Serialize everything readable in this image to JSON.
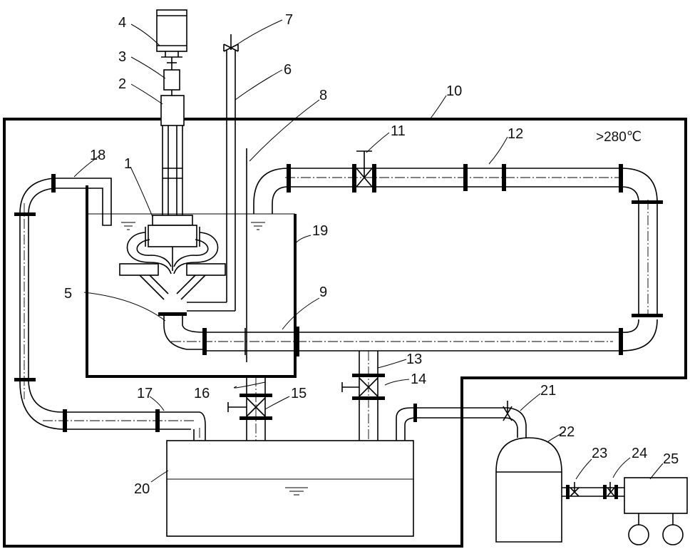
{
  "diagram": {
    "labels": [
      "1",
      "2",
      "3",
      "4",
      "5",
      "6",
      "7",
      "8",
      "9",
      "10",
      "11",
      "12",
      "13",
      "14",
      "15",
      "16",
      "17",
      "18",
      "19",
      "20",
      "21",
      "22",
      "23",
      "24",
      "25"
    ],
    "temperature": ">280℃"
  }
}
